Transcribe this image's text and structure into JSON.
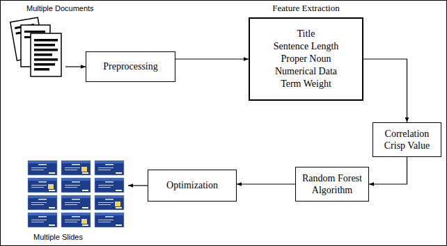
{
  "diagram": {
    "nodes": [
      {
        "text": [
          "Multiple Documents"
        ]
      },
      {
        "text": [
          "Preprocessing"
        ]
      },
      {
        "text": [
          "Feature Extraction",
          "Title",
          "Sentence Length",
          "Proper Noun",
          "Numerical Data",
          "Term Weight"
        ]
      },
      {
        "text": [
          "Correlation Crisp Value"
        ]
      },
      {
        "text": [
          "Random Forest Algorithm"
        ]
      },
      {
        "text": [
          "Optimization"
        ]
      },
      {
        "text": [
          "Multiple Slides"
        ]
      }
    ],
    "edges": [
      {
        "from": 0,
        "to": 1,
        "arrow": "to"
      },
      {
        "from": 1,
        "to": 2,
        "arrow": "to"
      },
      {
        "from": 2,
        "to": 3,
        "arrow": "to"
      },
      {
        "from": 3,
        "to": 4,
        "arrow": "to"
      },
      {
        "from": 4,
        "to": 5,
        "arrow": "to"
      },
      {
        "from": 5,
        "to": 6,
        "arrow": "to"
      }
    ]
  }
}
